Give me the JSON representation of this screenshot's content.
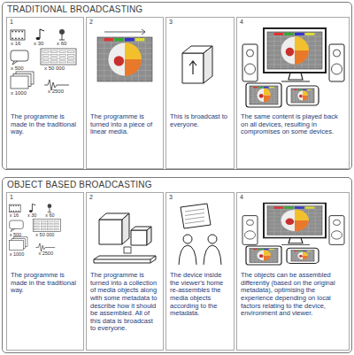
{
  "diagram": {
    "nodes": [
      {
        "text": [
          "TRADITIONAL BROADCASTING"
        ]
      },
      {
        "text": [
          "1",
          "The programme is made in the traditional way."
        ],
        "in": 0
      },
      {
        "text": [
          "2",
          "The programme is turned into a piece of linear media."
        ],
        "in": 0
      },
      {
        "text": [
          "3",
          "This is broadcast to everyone."
        ],
        "in": 0
      },
      {
        "text": [
          "4",
          "The same content is played back on all devices, resulting in compromises on some devices."
        ],
        "in": 0
      },
      {
        "text": [
          "OBJECT BASED BROADCASTING"
        ]
      },
      {
        "text": [
          "1",
          "The programme is made in the traditional way."
        ],
        "in": 5
      },
      {
        "text": [
          "2",
          "The programme is turned into a collection of media objects along with some metadata to describe how it should be assembled. All of this data is broadcast to everyone."
        ],
        "in": 5
      },
      {
        "text": [
          "3",
          "The device inside the viewer's home re-assembles the media objects according to the metadata."
        ],
        "in": 5
      },
      {
        "text": [
          "4",
          "The objects can be assembled differently (based on the original metadata), optimising the experience depending on local factors relating to the device, environment and viewer."
        ],
        "in": 5
      }
    ],
    "labels": [
      "x 16",
      "x 30",
      "x 60",
      "x 500",
      "x 50 000",
      "x 1000",
      "x 2500",
      "x 16",
      "x 30",
      "x 60",
      "x 500",
      "x 50 000",
      "x 1000",
      "x 2500"
    ]
  }
}
